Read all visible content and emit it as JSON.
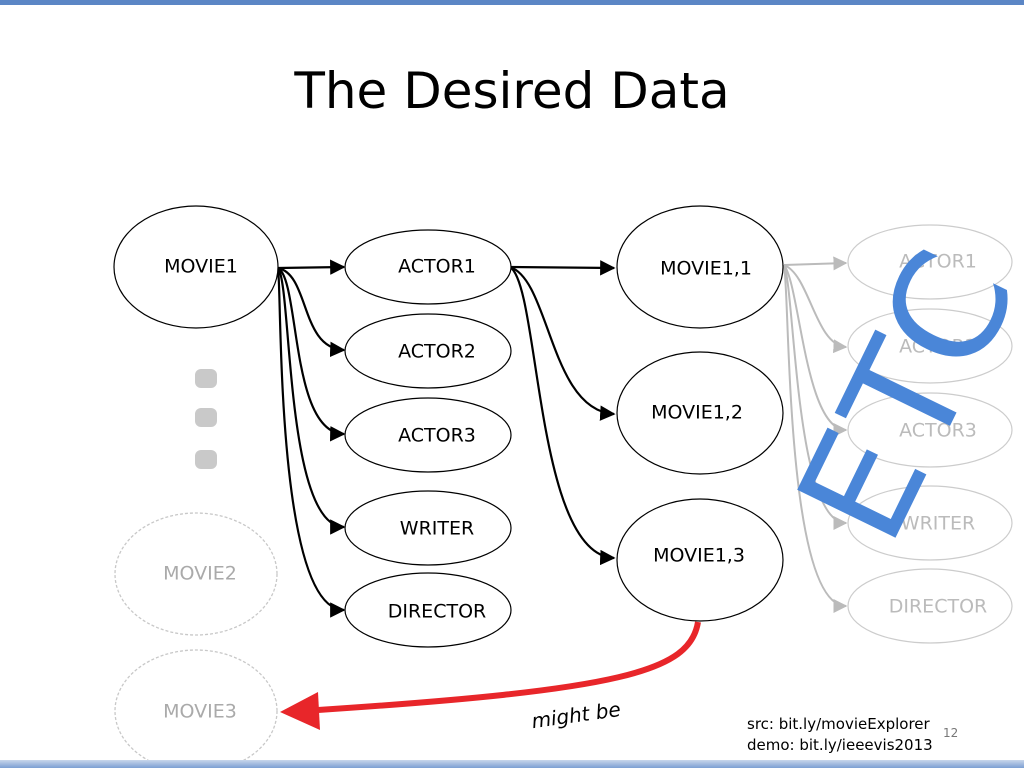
{
  "slide": {
    "title": "The Desired Data",
    "slide_number": "12",
    "source_lines": [
      "src: bit.ly/movieExplorer",
      "demo: bit.ly/ieeevis2013"
    ]
  },
  "diagram": {
    "nodes": {
      "movie1": "MOVIE1",
      "movie2": "MOVIE2",
      "movie3": "MOVIE3",
      "actor1": "ACTOR1",
      "actor2": "ACTOR2",
      "actor3": "ACTOR3",
      "writer": "WRITER",
      "director": "DIRECTOR",
      "movie1_1": "MOVIE1,1",
      "movie1_2": "MOVIE1,2",
      "movie1_3": "MOVIE1,3",
      "faded_actor1": "ACTOR1",
      "faded_actor2": "ACTOR2",
      "faded_actor3": "ACTOR3",
      "faded_writer": "WRITER",
      "faded_director": "DIRECTOR"
    },
    "annotation": "might be",
    "watermark": "ETC",
    "colors": {
      "edge": "#000000",
      "faded": "#bbbbbb",
      "highlight_arrow": "#e8262a",
      "watermark": "#4a86d8",
      "ellipsis_dots": "#c9c9c9"
    }
  }
}
